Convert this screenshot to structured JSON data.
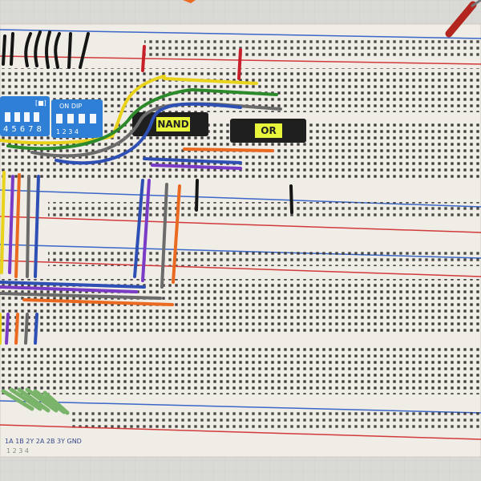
{
  "photo": {
    "chip_labels": [
      {
        "text": "NAND"
      },
      {
        "text": "OR"
      }
    ],
    "dip_switch_labels": {
      "left_top": "[■]",
      "left_numbers": "45678",
      "right_top": "ON  DIP",
      "right_numbers": "1 2 3 4"
    },
    "handwritten_notes": {
      "top_row": "1A  1B  2Y  2A  2B  3Y  GND",
      "bottom_row": "1   2   3   4"
    },
    "colors": {
      "breadboard": "#efede6",
      "rail_red": "#d23a3a",
      "rail_blue": "#3a67c8",
      "chip": "#1f1f1f",
      "chip_label": "#e8f53a",
      "dip_switch": "#2f7fd6"
    }
  }
}
